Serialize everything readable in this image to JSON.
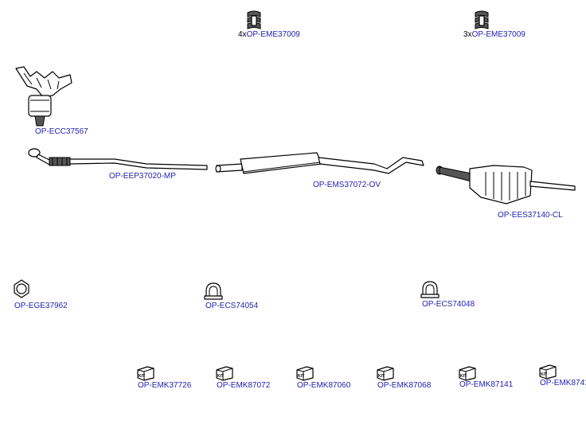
{
  "parts": {
    "mount_a": {
      "qty": "4x",
      "code": "OP-EME37009"
    },
    "mount_b": {
      "qty": "3x",
      "code": "OP-EME37009"
    },
    "catalyst": {
      "code": "OP-ECC37567"
    },
    "front_pipe": {
      "code": "OP-EEP37020-MP"
    },
    "middle_silencer": {
      "code": "OP-EMS37072-OV"
    },
    "rear_silencer": {
      "code": "OP-EES37140-CL"
    },
    "gasket": {
      "code": "OP-EGE37962"
    },
    "clamp_a": {
      "code": "OP-ECS74054"
    },
    "clamp_b": {
      "code": "OP-ECS74048"
    }
  },
  "kits": [
    {
      "code": "OP-EMK37726",
      "badge": "KIT"
    },
    {
      "code": "OP-EMK87072",
      "badge": "KIT"
    },
    {
      "code": "OP-EMK87060",
      "badge": "KIT"
    },
    {
      "code": "OP-EMK87068",
      "badge": "KIT"
    },
    {
      "code": "OP-EMK87141",
      "badge": "KIT"
    },
    {
      "code": "OP-EMK8741",
      "badge": "KIT"
    }
  ]
}
